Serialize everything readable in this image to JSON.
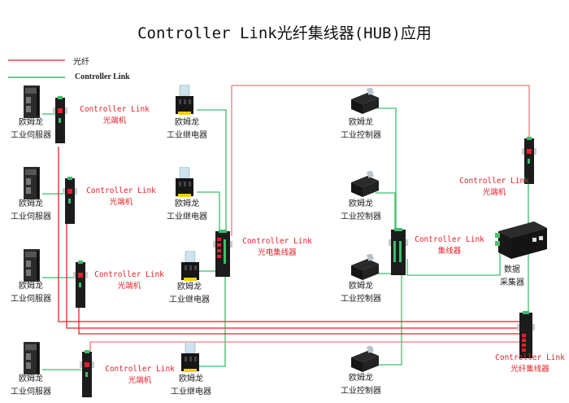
{
  "title": "Controller Link光纤集线器(HUB)应用",
  "legend": [
    {
      "label": "光纤",
      "color": "#e8202a",
      "meaning": "fiber"
    },
    {
      "label": "Controller Link",
      "color": "#1aa34a",
      "meaning": "controller-link-cable"
    }
  ],
  "colors": {
    "fiber": "#e8202a",
    "fiber_light": "#f07a7a",
    "cable": "#22b04b",
    "label_red": "#e8202a"
  },
  "devices": {
    "servo_1": {
      "line1": "欧姆龙",
      "line2": "工业伺服器"
    },
    "servo_2": {
      "line1": "欧姆龙",
      "line2": "工业伺服器"
    },
    "servo_3": {
      "line1": "欧姆龙",
      "line2": "工业伺服器"
    },
    "servo_4": {
      "line1": "欧姆龙",
      "line2": "工业伺服器"
    },
    "relay_1": {
      "line1": "欧姆龙",
      "line2": "工业继电器"
    },
    "relay_2": {
      "line1": "欧姆龙",
      "line2": "工业继电器"
    },
    "relay_3": {
      "line1": "欧姆龙",
      "line2": "工业继电器"
    },
    "relay_4": {
      "line1": "欧姆龙",
      "line2": "工业继电器"
    },
    "plc_1": {
      "line1": "欧姆龙",
      "line2": "工业控制器"
    },
    "plc_2": {
      "line1": "欧姆龙",
      "line2": "工业控制器"
    },
    "plc_3": {
      "line1": "欧姆龙",
      "line2": "工业控制器"
    },
    "plc_4": {
      "line1": "欧姆龙",
      "line2": "工业控制器"
    },
    "collector": {
      "line1": "数据",
      "line2": "采集器"
    }
  },
  "converters": {
    "conv_1": {
      "line1": "Controller Link",
      "line2": "光端机"
    },
    "conv_2": {
      "line1": "Controller Link",
      "line2": "光端机"
    },
    "conv_3": {
      "line1": "Controller Link",
      "line2": "光端机"
    },
    "conv_4": {
      "line1": "Controller Link",
      "line2": "光端机"
    },
    "conv_right": {
      "line1": "Controller Link",
      "line2": "光端机"
    },
    "hub_optical_electric": {
      "line1": "Controller Link",
      "line2": "光电集线器"
    },
    "hub_cable": {
      "line1": "Controller Link",
      "line2": "集线器"
    },
    "hub_fiber": {
      "line1": "Controller Link",
      "line2": "光纤集线器"
    }
  }
}
